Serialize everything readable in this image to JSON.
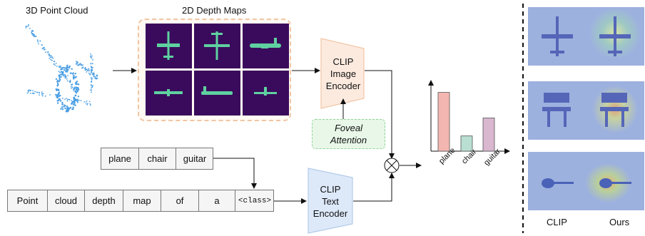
{
  "titles": {
    "point_cloud": "3D Point Cloud",
    "depth_maps": "2D Depth Maps"
  },
  "encoders": {
    "image": [
      "CLIP",
      "Image",
      "Encoder"
    ],
    "text": [
      "CLIP",
      "Text",
      "Encoder"
    ]
  },
  "foveal": [
    "Foveal",
    "Attention"
  ],
  "classes": [
    "plane",
    "chair",
    "guitar"
  ],
  "prompt_tokens": [
    "Point",
    "cloud",
    "depth",
    "map",
    "of",
    "a",
    "<class>"
  ],
  "chart_data": {
    "type": "bar",
    "categories": [
      "plane",
      "chair",
      "guitar"
    ],
    "values": [
      0.85,
      0.22,
      0.48
    ],
    "colors": [
      "#f4b6b0",
      "#b9dfd2",
      "#d8b7cf"
    ],
    "ylim": [
      0,
      1
    ]
  },
  "compare": {
    "left_label": "CLIP",
    "right_label": "Ours"
  },
  "colors": {
    "depth_bg": "#3a0b5c",
    "image_encoder": "#fdeadf",
    "text_encoder": "#dde9f9",
    "foveal_bg": "#e8f7e8",
    "heatmap_bg": "#9db1df"
  }
}
